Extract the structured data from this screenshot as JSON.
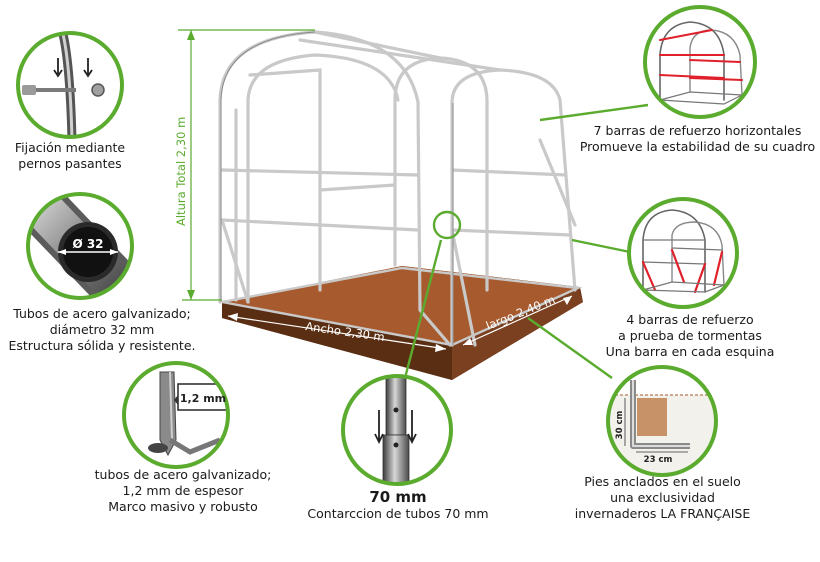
{
  "dimensions": {
    "height_label": "Altura Total 2,30 m",
    "width_label": "Ancho 2,30 m",
    "length_label": "largo 2,40 m"
  },
  "callouts": {
    "bolts": {
      "line1": "Fijación mediante",
      "line2": "pernos pasantes"
    },
    "tubes": {
      "badge": "Ø 32",
      "line1": "Tubos de acero galvanizado;",
      "line2": "diámetro 32 mm",
      "line3": "Estructura sólida y resistente."
    },
    "thickness": {
      "badge": "1,2 mm",
      "line1": "tubos de acero galvanizado;",
      "line2": "1,2 mm de espesor",
      "line3": "Marco masivo y robusto"
    },
    "connection": {
      "value": "70 mm",
      "line1": "Contarccion de tubos 70 mm"
    },
    "horizontal_bars": {
      "line1": "7 barras de refuerzo horizontales",
      "line2": "Promueve la estabilidad de su cuadro"
    },
    "storm_bars": {
      "line1": "4 barras de refuerzo",
      "line2": "a prueba de tormentas",
      "line3": "Una barra en cada esquina"
    },
    "anchors": {
      "dim_height": "30 cm",
      "dim_width": "23 cm",
      "line1": "Pies anclados en el suelo",
      "line2": "una exclusividad",
      "line3": "invernaderos LA FRANÇAISE"
    }
  },
  "colors": {
    "accent_green": "#5aab2e",
    "soil_top": "#a75a2d",
    "soil_side": "#6b3718",
    "frame_steel": "#c9c9c9"
  }
}
